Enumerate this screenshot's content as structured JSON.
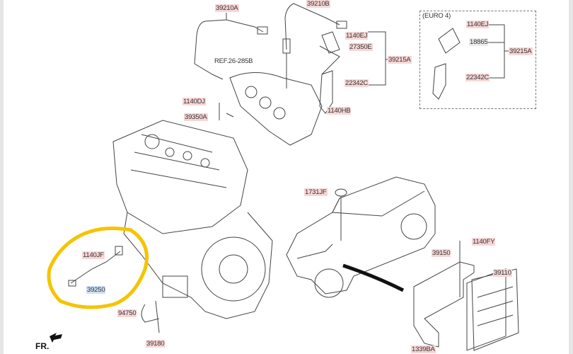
{
  "diagram": {
    "labels": {
      "sensor_a": "39210A",
      "sensor_b": "39210B",
      "bolt_1140ej": "1140EJ",
      "part_27350e": "27350E",
      "assy_39215a": "39215A",
      "ref": "REF.26-285B",
      "bracket_22342c": "22342C",
      "bolt_1140hb": "1140HB",
      "bolt_1140dj": "1140DJ",
      "sensor_39350a": "39350A",
      "euro_title": "(EURO 4)",
      "euro_1140ej": "1140EJ",
      "euro_18865": "18865",
      "euro_39215a": "39215A",
      "euro_22342c": "22342C",
      "bolt_1140jf": "1140JF",
      "sensor_39250": "39250",
      "part_94750": "94750",
      "sensor_39180": "39180",
      "plug_1731jf": "1731JF",
      "bolt_1140fy": "1140FY",
      "bracket_39150": "39150",
      "ecu_39110": "39110",
      "nut_1339ba": "1339BA",
      "front": "FR."
    },
    "highlight_color": "#f5c400"
  }
}
